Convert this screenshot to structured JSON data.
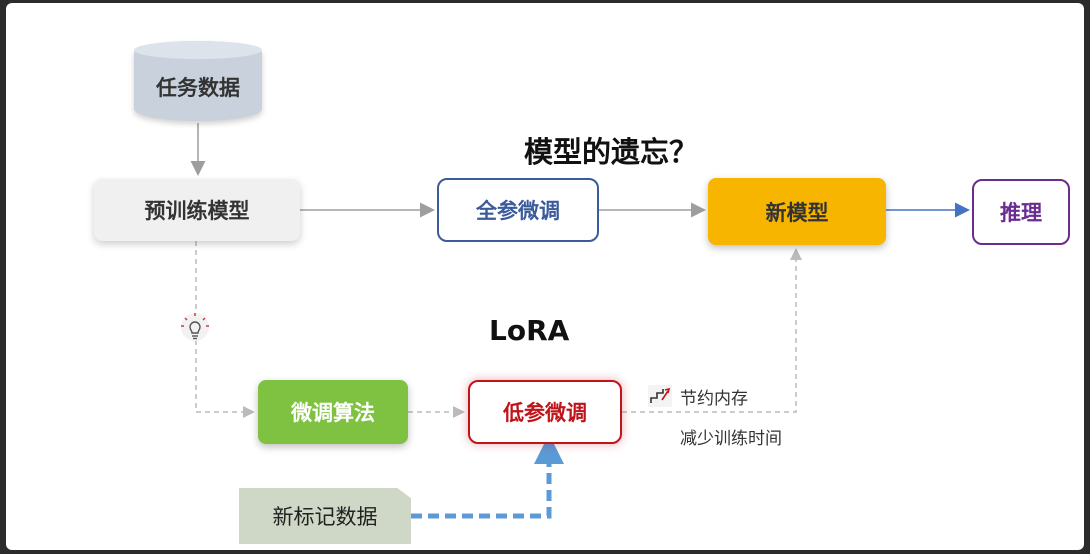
{
  "nodes": {
    "task_data": "任务数据",
    "pretrained_model": "预训练模型",
    "full_finetune": "全参微调",
    "new_model": "新模型",
    "inference": "推理",
    "finetune_algorithm": "微调算法",
    "low_param_finetune": "低参微调",
    "new_labeled_data": "新标记数据"
  },
  "labels": {
    "forgetting_question": "模型的遗忘？",
    "lora": "LoRA",
    "save_memory": "节约内存",
    "reduce_training_time": "减少训练时间"
  },
  "icons": {
    "bulb": "lightbulb-icon",
    "step": "steps-icon"
  },
  "colors": {
    "full_finetune_border": "#3b5b9a",
    "new_model_fill": "#f7b500",
    "inference_border": "#6a2c91",
    "algorithm_fill": "#7fc241",
    "low_param_border": "#c0141b",
    "new_data_fill": "#cfd8c6",
    "data_arrow": "#5b9bd5"
  }
}
